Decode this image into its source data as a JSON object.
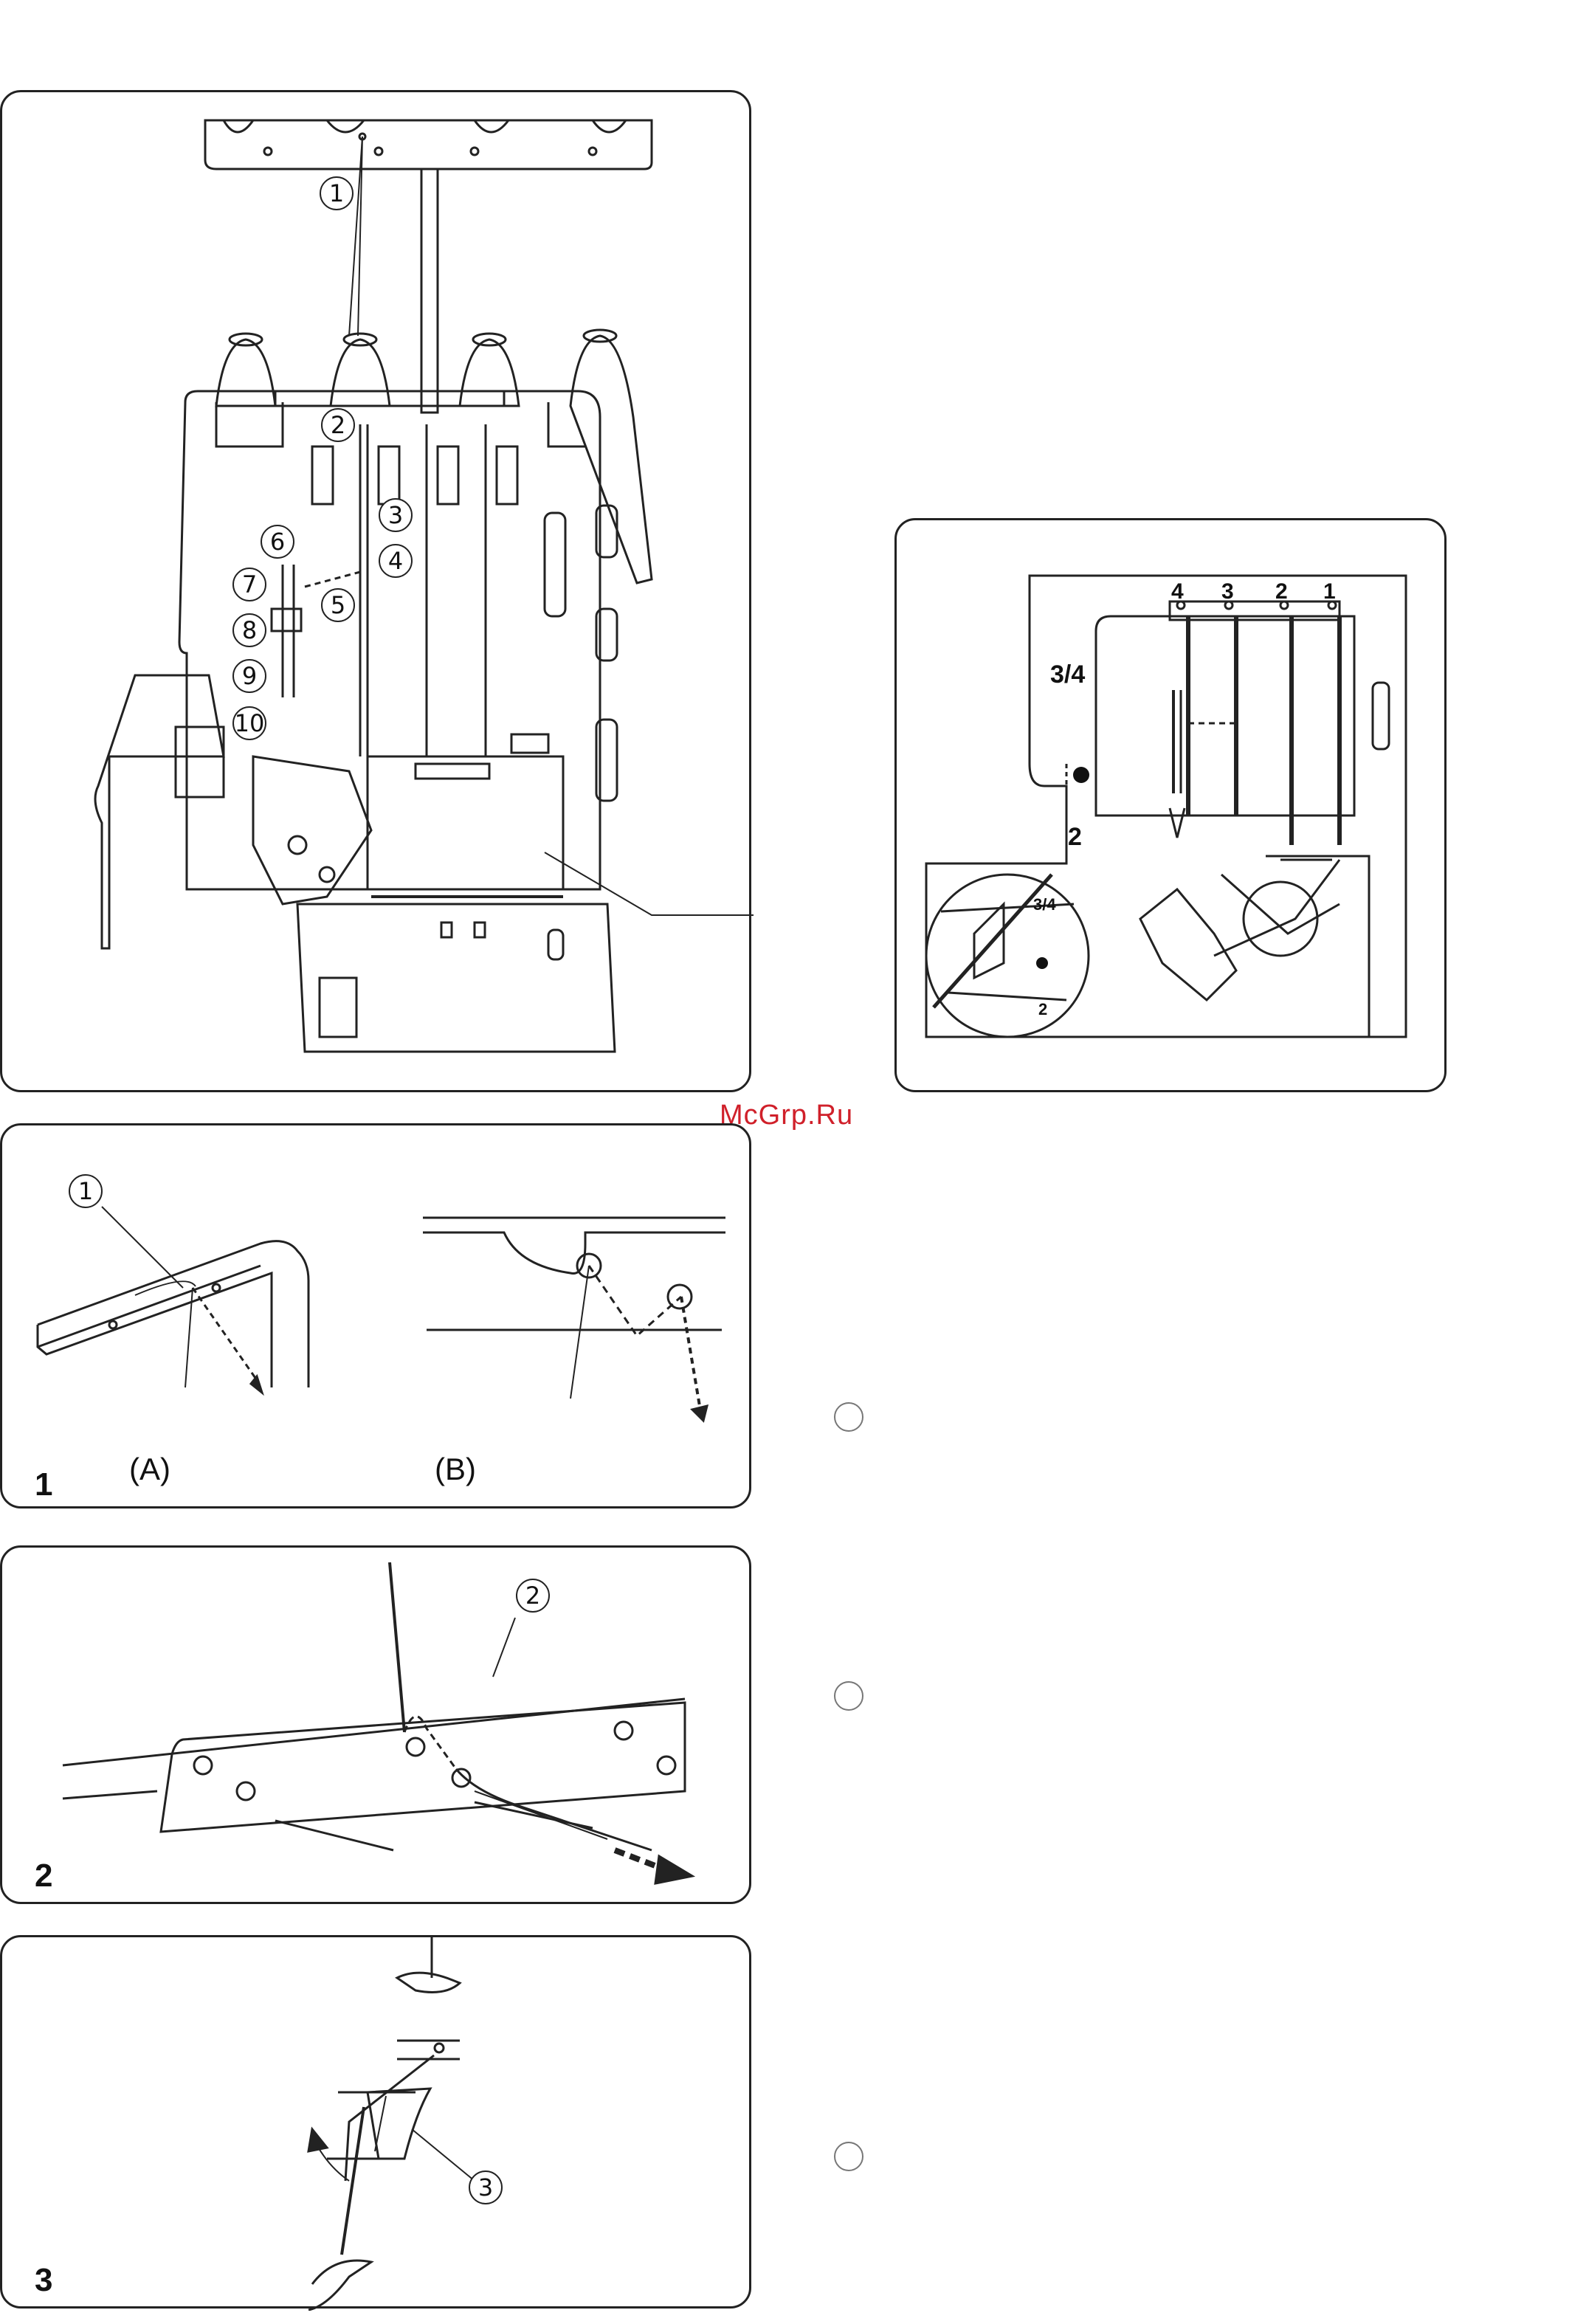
{
  "watermark": "McGrp.Ru",
  "main_figure": {
    "callouts": [
      "1",
      "2",
      "3",
      "4",
      "5",
      "6",
      "7",
      "8",
      "9",
      "10"
    ]
  },
  "detail_figure": {
    "thread_numbers": [
      "4",
      "3",
      "2",
      "1"
    ],
    "upper_label": "3/4",
    "lower_label": "2",
    "inset_upper": "3/4",
    "inset_lower": "2"
  },
  "step1": {
    "number": "1",
    "label_a": "(A)",
    "label_b": "(B)",
    "callout": "1"
  },
  "step2": {
    "number": "2",
    "callout": "2"
  },
  "step3": {
    "number": "3",
    "callout": "3"
  }
}
